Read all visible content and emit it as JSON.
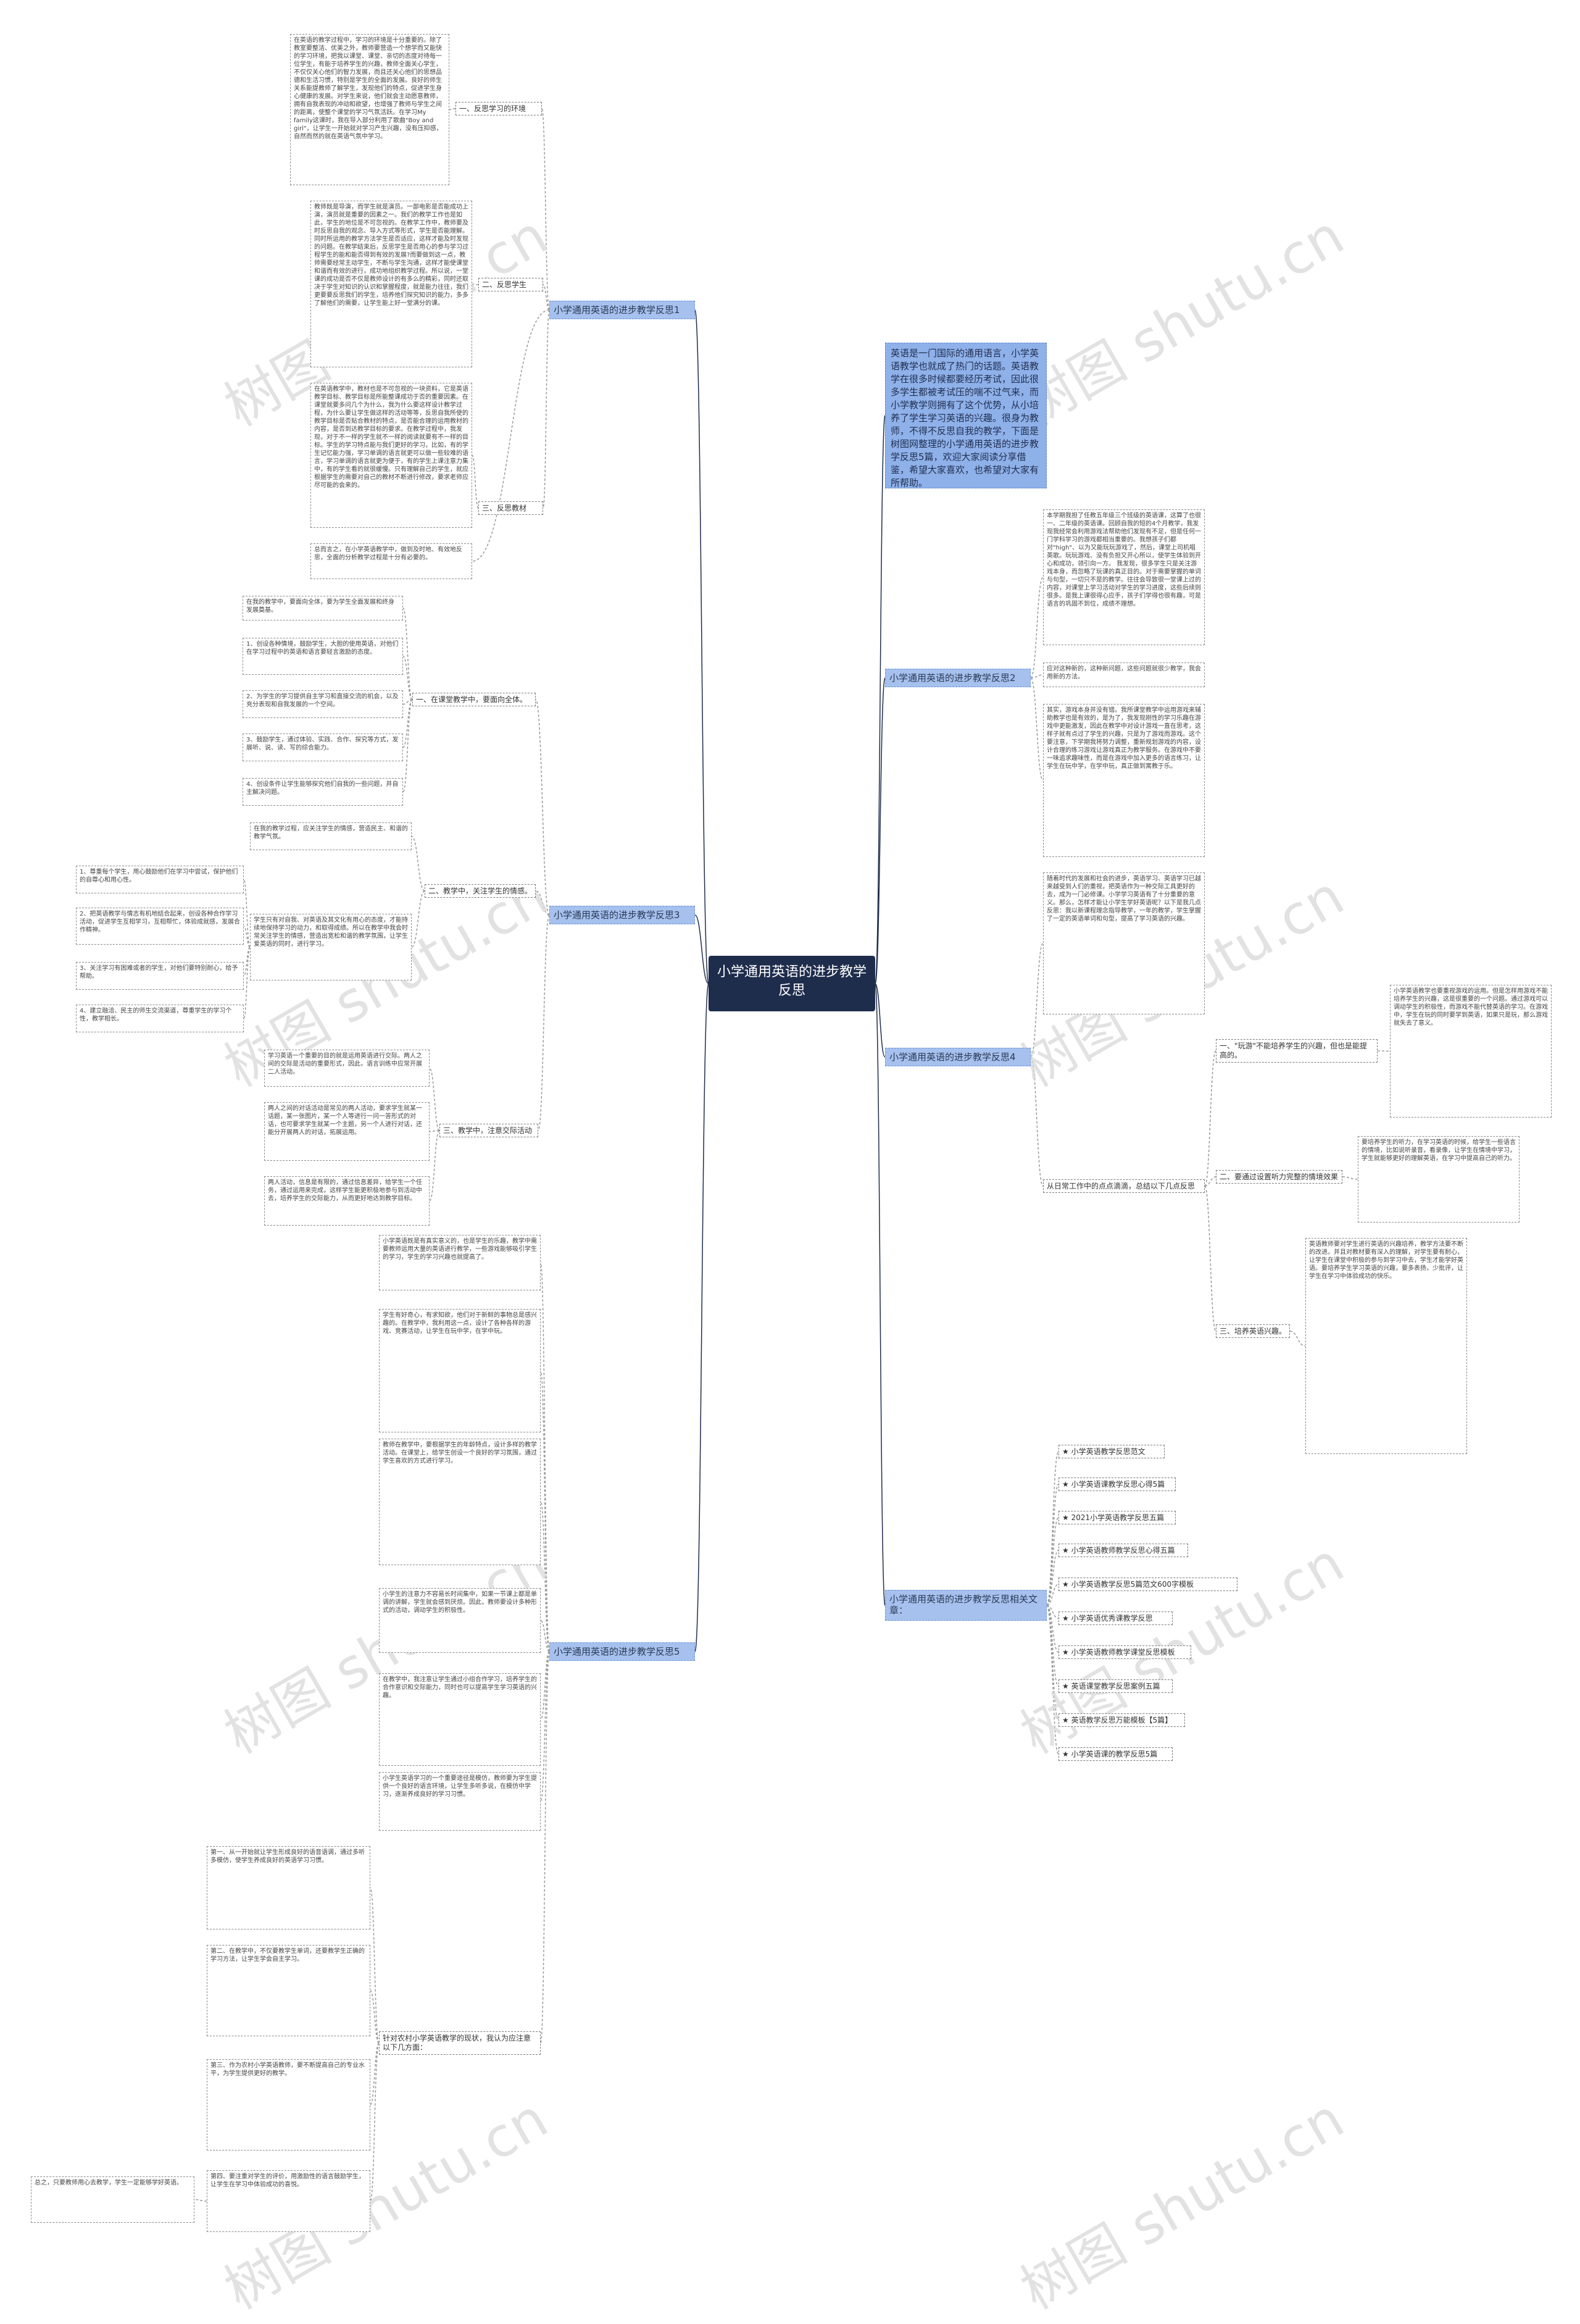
{
  "watermark": "树图 shutu.cn",
  "center": "小学通用英语的进步教学反思",
  "intro": "英语是一门国际的通用语言，小学英语教学也就成了热门的话题。英语教学在很多时候都要经历考试，因此很多学生都被考试压的喘不过气来，而小学教学则拥有了这个优势，从小培养了学生学习英语的兴趣。很身为教师，不得不反思自我的教学，下面是树图网整理的小学通用英语的进步教学反思5篇，欢迎大家阅读分享借鉴，希望大家喜欢，也希望对大家有所帮助。",
  "branches": {
    "b1": "小学通用英语的进步教学反思1",
    "b2": "小学通用英语的进步教学反思2",
    "b3": "小学通用英语的进步教学反思3",
    "b4": "小学通用英语的进步教学反思4",
    "b5": "小学通用英语的进步教学反思5",
    "b6": "小学通用英语的进步教学反思相关文章："
  },
  "r1": {
    "s1": "一、反思学习的环境",
    "s2": "二、反思学生",
    "s3": "三、反思教材",
    "t1": "在英语的教学过程中，学习的环境是十分重要的。除了教室要整洁、优美之外，教师要营造一个想学而又能快的学习环境，把我以课堂、课堂、亲切的态度对待每一位学生，有能于培养学生的兴趣，教师全面关心学生，不仅仅关心他们的智力发展，而且还关心他们的思想品德和生活习惯，特别是学生的全面的发展。良好的师生关系能提教师了解学生，发现他们的特点，促进学生身心健康的发展。对学生来说，他们就会主动愿意教师，拥有自我表现的冲动和欲望，也增强了教师与学生之间的距离，使整个课堂的学习气氛活跃。在学习My family这课时，我在导入部分利用了歌曲\"Boy and girl\"，让学生一开始就对学习产生兴趣，没有压抑感，自然而然的就在英语气氛中学习。",
    "t2": "教师既是导演，而学生就是演员。一部电影是否能成功上演，演员就是重要的因素之一。我们的教学工作也是如此，学生的地位是不可忽视的。在教学工作中，教师要及时反思自我的观念、导入方式等形式，学生是否能理解。同时所运用的教学方法学生是否适应，这样才能及时发现的问题。在教学结束后，反思学生是否用心的参与学习过程学生的能和能否得到有效的发展?而要做到这一点，教师需要经常主动学生，不断与学生沟通，这样才能使课堂和谐而有效的进行，成功地组织教学过程。所以说，一堂课的成功是否不仅是教师设计的有多么的精彩，同时还取决于学生对知识的认识和掌握程度，就是能力往往，我们更要要反思我们的学生，培养他们探究知识的能力，多多了解他们的需要，让学生能上好一堂满分的课。",
    "t3": "在英语教学中，教材也是不可忽视的一块资料，它是英语教学目标、教学目标是所能整课成功于否的重要因素。在课堂就要多问几个为什么，我为什么要这样设计教学过程，为什么要让学生做这样的活动等等，反思自我所使的教学目标是否贴合教材的特点，是否能合理的运用教材的内容，是否到达教学目标的要求。在教学过程中，我发现，对于不一样的学生就不一样的阅读就要有不一样的目标。学生的学习特点能与我们更好的学习，比如，有的学生记忆能力强，学习单调的语言就更可以做一些较难的语言，学习单调的语言就更为便于，有的学生上课注意力集中，有的学生看的就很缓慢。只有理解自己的学生，就应根据学生的需要对自己的教材不断进行修改，要求老师应尽可能的会来的。",
    "t4": "总而言之，在小学英语教学中，做到及时地、有效地反思，全面的分析教学过程是十分有必要的。"
  },
  "r2": {
    "t1": "本学期我担了任教五年级三个班级的英语课，这算了也很一、二年级的英语课。回顾自我的短的4个月教学，我发现我经常会利用游戏法帮助他们发现有不足，但是任何一门学科学习的游戏都相当重要的。我想孩子们都对\"high\"、以为又能玩玩游戏了，然后，课堂上司机唱英歌。玩玩游戏、没有负担又开心所以，使学生体验到开心和成功，领引向一方。 我发现，很多学生只是关注游戏本身，而忽略了玩课的真正目的。对于需要掌握的单词与句型，一切只不是的教学。往往会导致很一堂课上过的内容，对课堂上学习活动对学生的学习进度，这些后续则很多。是我上课很得心应手，孩子们学得也很有趣，可是语言的巩固不到位，成绩不理想。",
    "t2": "应对这种新的，这种新问题，这些问题就很少教学，我会用新的方法。",
    "t3": "其实，游戏本身并没有错。我所课堂教学中运用游戏来辅助教学也是有效的，是为了，我发现刚性的学习乐趣在游戏中更能激发，因此在教学中对设计游戏一直在思考，这样子就有点过了学生的兴趣，只是为了游戏而游戏。这个要注意，下学期我将努力调整，重新规划游戏的内容，设计合理的练习游戏让游戏真正为教学服务。在游戏中不要一味追求趣味性，而是在游戏中加入更多的语言练习，让学生在玩中学，在学中玩，真正做到寓教于乐。"
  },
  "r3": {
    "s1": "一、在课堂教学中，要面向全体。",
    "s2": "二、教学中，关注学生的情感。",
    "s3": "三、教学中，注意交际活动",
    "t_a": "在我的教学中，要面向全体，要为学生全面发展和终身发展奠基。",
    "t_b": "1、创设各种情境，鼓励学生，大胆的使用英语，对他们在学习过程中的英语和语言要轻言激励的态度。",
    "t_c": "2、为学生的学习提供自主学习和直接交流的机会，以及充分表现和自我发展的一个空间。",
    "t_d": "3、鼓励学生，通过体验、实践、合作、探究等方式，发展听、说、读、写的综合能力。",
    "t_e": "4、创设条件让学生能够探究他们自我的一些问题，并自主解决问题。",
    "t_f": "在我的教学过程，应关注学生的情感，营造民主、和谐的教学气氛。",
    "t_g": "学生只有对自我、对英语及其文化有用心的态度，才能持续地保持学习的动力，和取得成绩。所以在教学中我会时常关注学生的情感，营造出宽松和谐的教学氛围，让学生爱英语的同时，进行学习。",
    "t_h": "1、尊重每个学生，用心鼓励他们在学习中尝试，保护他们的自尊心和用心性。",
    "t_i": "2、把英语教学与情志有机地结合起来，创设各种合作学习活动，促进学生互相学习，互相帮忙，体验成就感，发展合作精神。",
    "t_j": "3、关注学习有困难或者的学生，对他们要特别耐心，给予帮助。",
    "t_k": "4、建立融洽、民主的师生交流渠道，尊重学生的学习个性，教学相长。",
    "t_l": "学习英语一个重要的目的就是运用英语进行交际。两人之间的交际是活动的重要形式，因此，语言训练中应常开展二人活动。",
    "t_m": "两人之间的对话活动是常见的两人活动，要求学生就某一话题，某一张图片，某一个人等进行一问一答形式的对话，也可要求学生就某一个主题，另一个人进行对话，还能分开展两人的对话，拓展运用。",
    "t_n": "两人活动，信息是有限的，通过信息差异，给学生一个任务，通过运用来完成，这样学生能更积极地参与到活动中去，培养学生的交际能力，从而更好地达到教学目标。"
  },
  "r4": {
    "t1": "随着时代的发展和社会的进步，英语学习、英语学习已越来越受到人们的重视，把英语作为一种交际工具更好的去，成为一门必修课。小学学习英语有了十分重要的意义。那么，怎样才能让小学生学好英语呢？以下是我几点反思：我以新课程理念指导教学，一年的教学，学生掌握了一定的英语单词和句型，提高了学习英语的兴趣。",
    "t2": "从日常工作中的点点滴滴，总结以下几点反思",
    "s1": "一、\"玩游\"不能培养学生的兴趣，但也是能提高的。",
    "t_s1": "小学英语教学也要重视游戏的运用。但是怎样用游戏不能培养学生的兴趣，这是很重要的一个问题。通过游戏可以调动学生的积极性，而游戏不能代替英语的学习。在游戏中，学生在玩的同时要学到英语，如果只是玩，那么游戏就失去了意义。",
    "s2": "二、要通过设置听力完整的情境效果",
    "t_s2": "要培养学生的听力，在学习英语的时候，给学生一些语言的情境，比如说听录音，看录像，让学生在情境中学习，学生就能够更好的理解英语，在学习中提高自己的听力。",
    "s3": "三、培养英语兴趣。",
    "t_s3": "英语教师要对学生进行英语的兴趣培养，教学方法要不断的改进。并且对教材要有深入的理解，对学生要有耐心，让学生在课堂中积极的参与到学习中去，学生才能学好英语。要培养学生学习英语的兴趣，要多表扬，少批评，让学生在学习中体验成功的快乐。"
  },
  "r5": {
    "t1": "小学英语既是有真实意义的，也是学生的乐趣，教学中需要教师运用大量的英语进行教学，一些游戏能够吸引学生的学习，学生的学习兴趣也就提高了。",
    "t2": "学生有好奇心，有求知欲，他们对于新鲜的事物总是感兴趣的。在教学中，我利用这一点，设计了各种各样的游戏、竞赛活动，让学生在玩中学，在学中玩。",
    "t3": "教师在教学中，要根据学生的年龄特点，设计多样的教学活动。在课堂上，给学生创设一个良好的学习氛围，通过学生喜欢的方式进行学习。",
    "t4": "小学生的注意力不容易长时间集中，如果一节课上都是单调的讲解，学生就会感到厌烦。因此，教师要设计多种形式的活动，调动学生的积极性。",
    "t5": "在教学中，我注意让学生通过小组合作学习，培养学生的合作意识和交际能力，同时也可以提高学生学习英语的兴趣。",
    "t6": "小学生英语学习的一个重要途径是模仿，教师要为学生提供一个良好的语言环境，让学生多听多说，在模仿中学习，逐渐养成良好的学习习惯。",
    "t7": "针对农村小学英语教学的现状，我认为应注意以下几方面：",
    "t8": "第一、从一开始就让学生形成良好的语音语调，通过多听多模仿，使学生养成良好的英语学习习惯。",
    "t9": "第二、在教学中，不仅要教学生单词，还要教学生正确的学习方法，让学生学会自主学习。",
    "t10": "第三、作为农村小学英语教师，要不断提高自己的专业水平，为学生提供更好的教学。",
    "t11": "第四、要注重对学生的评价，用激励性的语言鼓励学生，让学生在学习中体验成功的喜悦。",
    "t12": "总之，只要教师用心去教学，学生一定能够学好英语。"
  },
  "related": [
    "★ 小学英语教学反思范文",
    "★ 小学英语课教学反思心得5篇",
    "★ 2021小学英语教学反思五篇",
    "★ 小学英语教师教学反思心得五篇",
    "★ 小学英语教学反思5篇范文600字模板",
    "★ 小学英语优秀课教学反思",
    "★ 小学英语教师教学课堂反思模板",
    "★ 英语课堂教学反思案例五篇",
    "★ 英语教学反思万能模板【5篇】",
    "★ 小学英语课的教学反思5篇"
  ]
}
